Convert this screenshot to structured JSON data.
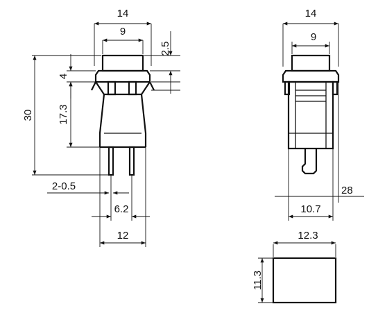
{
  "dimensions": {
    "left_body_width": "14",
    "left_button_width": "9",
    "left_button_height": "2.5",
    "left_overall_height": "30",
    "left_flange": "4",
    "left_body_height": "17.3",
    "pin_thickness": "2-0.5",
    "pin_pitch": "6.2",
    "left_base_width": "12",
    "side_body_width": "14",
    "side_button_width": "9",
    "side_height": "28",
    "side_depth": "10.7",
    "cap_width": "12.3",
    "cap_height": "11.3"
  }
}
